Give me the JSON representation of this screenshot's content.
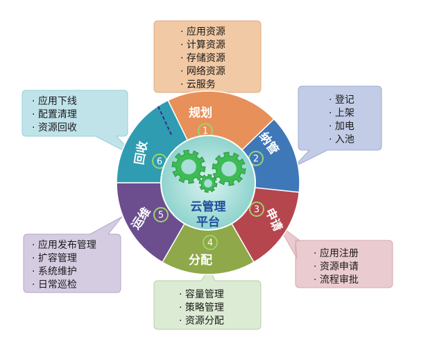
{
  "center": {
    "line1": "云管理",
    "line2": "平台"
  },
  "segments": [
    {
      "id": "plan",
      "number": "1",
      "label": "规划",
      "color": "#e8905a"
    },
    {
      "id": "onboard",
      "number": "2",
      "label": "纳管",
      "color": "#3f78b8"
    },
    {
      "id": "apply",
      "number": "3",
      "label": "申请",
      "color": "#b5464e"
    },
    {
      "id": "allocate",
      "number": "4",
      "label": "分配",
      "color": "#8ea84a"
    },
    {
      "id": "operate",
      "number": "5",
      "label": "运维",
      "color": "#6c4e8e"
    },
    {
      "id": "reclaim",
      "number": "6",
      "label": "回收",
      "color": "#2f9cb2"
    }
  ],
  "callouts": {
    "plan": {
      "color": "#f1c9a4",
      "items": [
        "· 应用资源",
        "· 计算资源",
        "· 存储资源",
        "· 网络资源",
        "· 云服务"
      ]
    },
    "onboard": {
      "color": "#c2cce6",
      "items": [
        "· 登记",
        "· 上架",
        "· 加电",
        "· 入池"
      ]
    },
    "apply": {
      "color": "#eacbcf",
      "items": [
        "· 应用注册",
        "· 资源申请",
        "· 流程审批"
      ]
    },
    "allocate": {
      "color": "#dcebd3",
      "items": [
        "· 容量管理",
        "· 策略管理",
        "· 资源分配"
      ]
    },
    "operate": {
      "color": "#d5cce2",
      "items": [
        "· 应用发布管理",
        "· 扩容管理",
        "· 系统维护",
        "· 日常巡检"
      ]
    },
    "reclaim": {
      "color": "#c0e3ea",
      "items": [
        "· 应用下线",
        "· 配置清理",
        "· 资源回收"
      ]
    }
  }
}
